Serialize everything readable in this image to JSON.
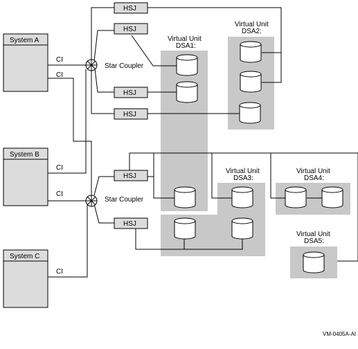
{
  "systems": {
    "a": "System A",
    "b": "System B",
    "c": "System C"
  },
  "links": {
    "ci": "CI"
  },
  "couplers": {
    "top": "Star Coupler",
    "bottom": "Star Coupler"
  },
  "controllers": {
    "hsj": "HSJ"
  },
  "virtual_units": {
    "dsa1": {
      "line1": "Virtual Unit",
      "line2": "DSA1:"
    },
    "dsa2": {
      "line1": "Virtual Unit",
      "line2": "DSA2:"
    },
    "dsa3": {
      "line1": "Virtual Unit",
      "line2": "DSA3:"
    },
    "dsa4": {
      "line1": "Virtual Unit",
      "line2": "DSA4:"
    },
    "dsa5": {
      "line1": "Virtual Unit",
      "line2": "DSA5:"
    }
  },
  "figure_id": "VM-0405A-AI",
  "colors": {
    "box_fill": "#dcdcdc",
    "group_fill": "#c8c8c8",
    "line": "#000000"
  }
}
